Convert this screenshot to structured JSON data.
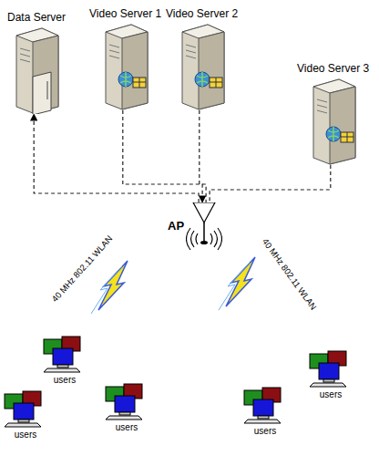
{
  "diagram": {
    "nodes": [
      {
        "text": [
          "Data Server"
        ]
      },
      {
        "text": [
          "Video Server 1"
        ]
      },
      {
        "text": [
          "Video Server 2"
        ]
      },
      {
        "text": [
          "Video Server 3"
        ]
      },
      {
        "text": [
          "AP"
        ]
      },
      {
        "text": [
          "users"
        ]
      },
      {
        "text": [
          "users"
        ]
      },
      {
        "text": [
          "users"
        ]
      },
      {
        "text": [
          "users"
        ]
      },
      {
        "text": [
          "users"
        ]
      }
    ],
    "edges": [
      {
        "from": 4,
        "to": 0,
        "arrow": "to"
      },
      {
        "from": 1,
        "to": 4,
        "arrow": "to"
      },
      {
        "from": 2,
        "to": 4,
        "arrow": "none"
      },
      {
        "from": 3,
        "to": 4,
        "arrow": "none"
      }
    ],
    "labels": [
      "40 MHz 802.11 WLAN",
      "40 MHz 802.11 WLAN"
    ]
  }
}
